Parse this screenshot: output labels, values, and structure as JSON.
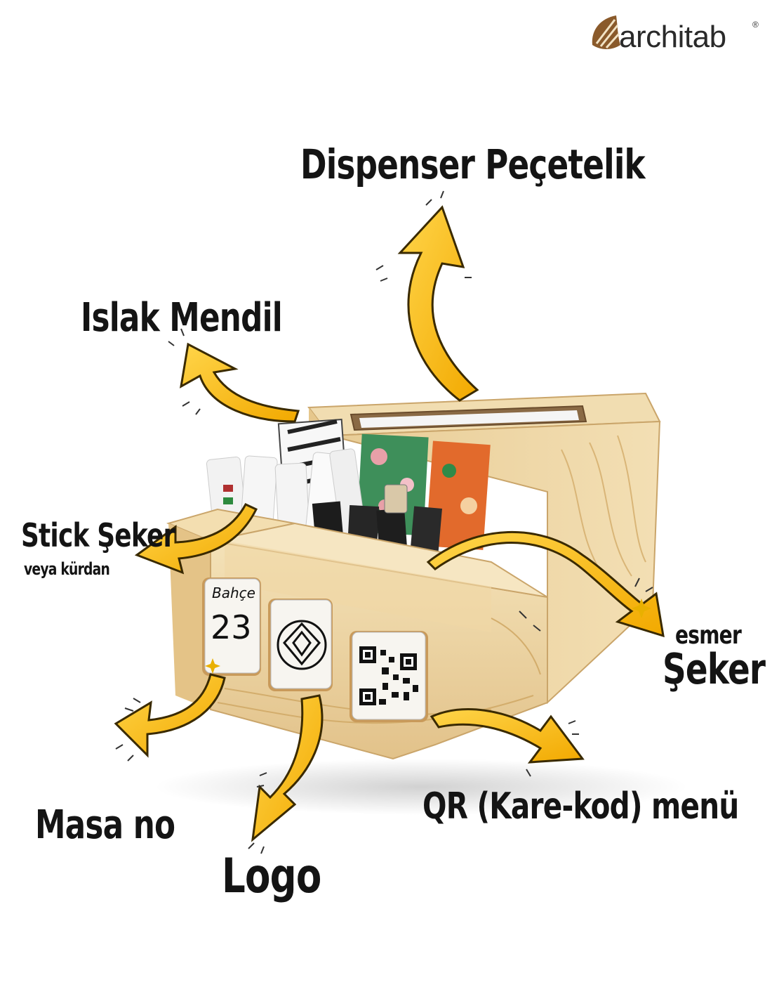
{
  "brand": {
    "name": "architab",
    "registered": "®",
    "icon": "feather-leaf-logo-icon"
  },
  "watermark": "architab",
  "callouts": {
    "dispenser": "Dispenser Peçetelik",
    "wet_wipe": "Islak Mendil",
    "stick_sugar": "Stick Şeker",
    "stick_sugar_sub": "veya kürdan",
    "brown_sugar_top": "esmer",
    "brown_sugar_bottom": "Şeker",
    "table_no": "Masa no",
    "logo": "Logo",
    "qr_menu": "QR (Kare-kod) menü"
  },
  "table_tile": {
    "title": "Bahçe",
    "number": "23"
  },
  "colors": {
    "arrow": "#f5b800",
    "arrow_dark": "#c98a00",
    "wood": "#efd8a8",
    "wood_dark": "#d9b577",
    "label": "#141414"
  }
}
